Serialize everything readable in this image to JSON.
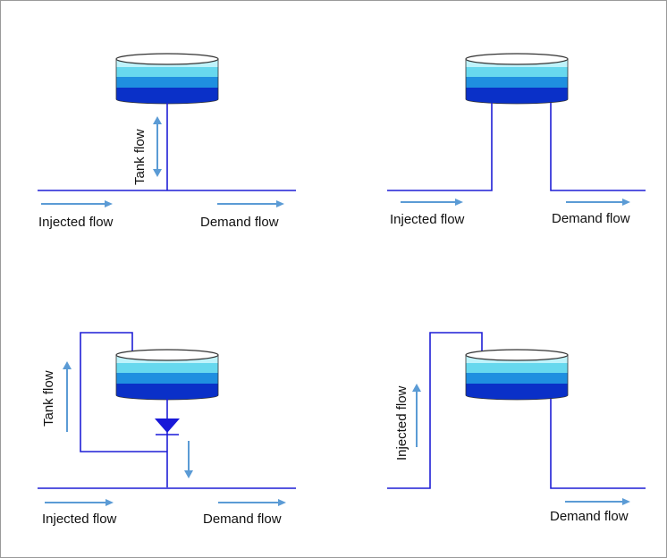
{
  "colors": {
    "pipe": "#1f1fd6",
    "arrow": "#5b9bd5",
    "tank_band_1": "#bff3fb",
    "tank_band_2": "#67d8ee",
    "tank_band_3": "#1f8fe0",
    "tank_band_4": "#0a30c8",
    "tank_top": "#ffffff",
    "valve": "#1818d8"
  },
  "panels": {
    "top_left": {
      "injected_label": "Injected flow",
      "demand_label": "Demand flow",
      "tank_label": "Tank flow"
    },
    "top_right": {
      "injected_label": "Injected flow",
      "demand_label": "Demand flow"
    },
    "bottom_left": {
      "injected_label": "Injected flow",
      "demand_label": "Demand flow",
      "tank_label": "Tank flow"
    },
    "bottom_right": {
      "injected_label": "Injected flow",
      "demand_label": "Demand flow"
    }
  }
}
